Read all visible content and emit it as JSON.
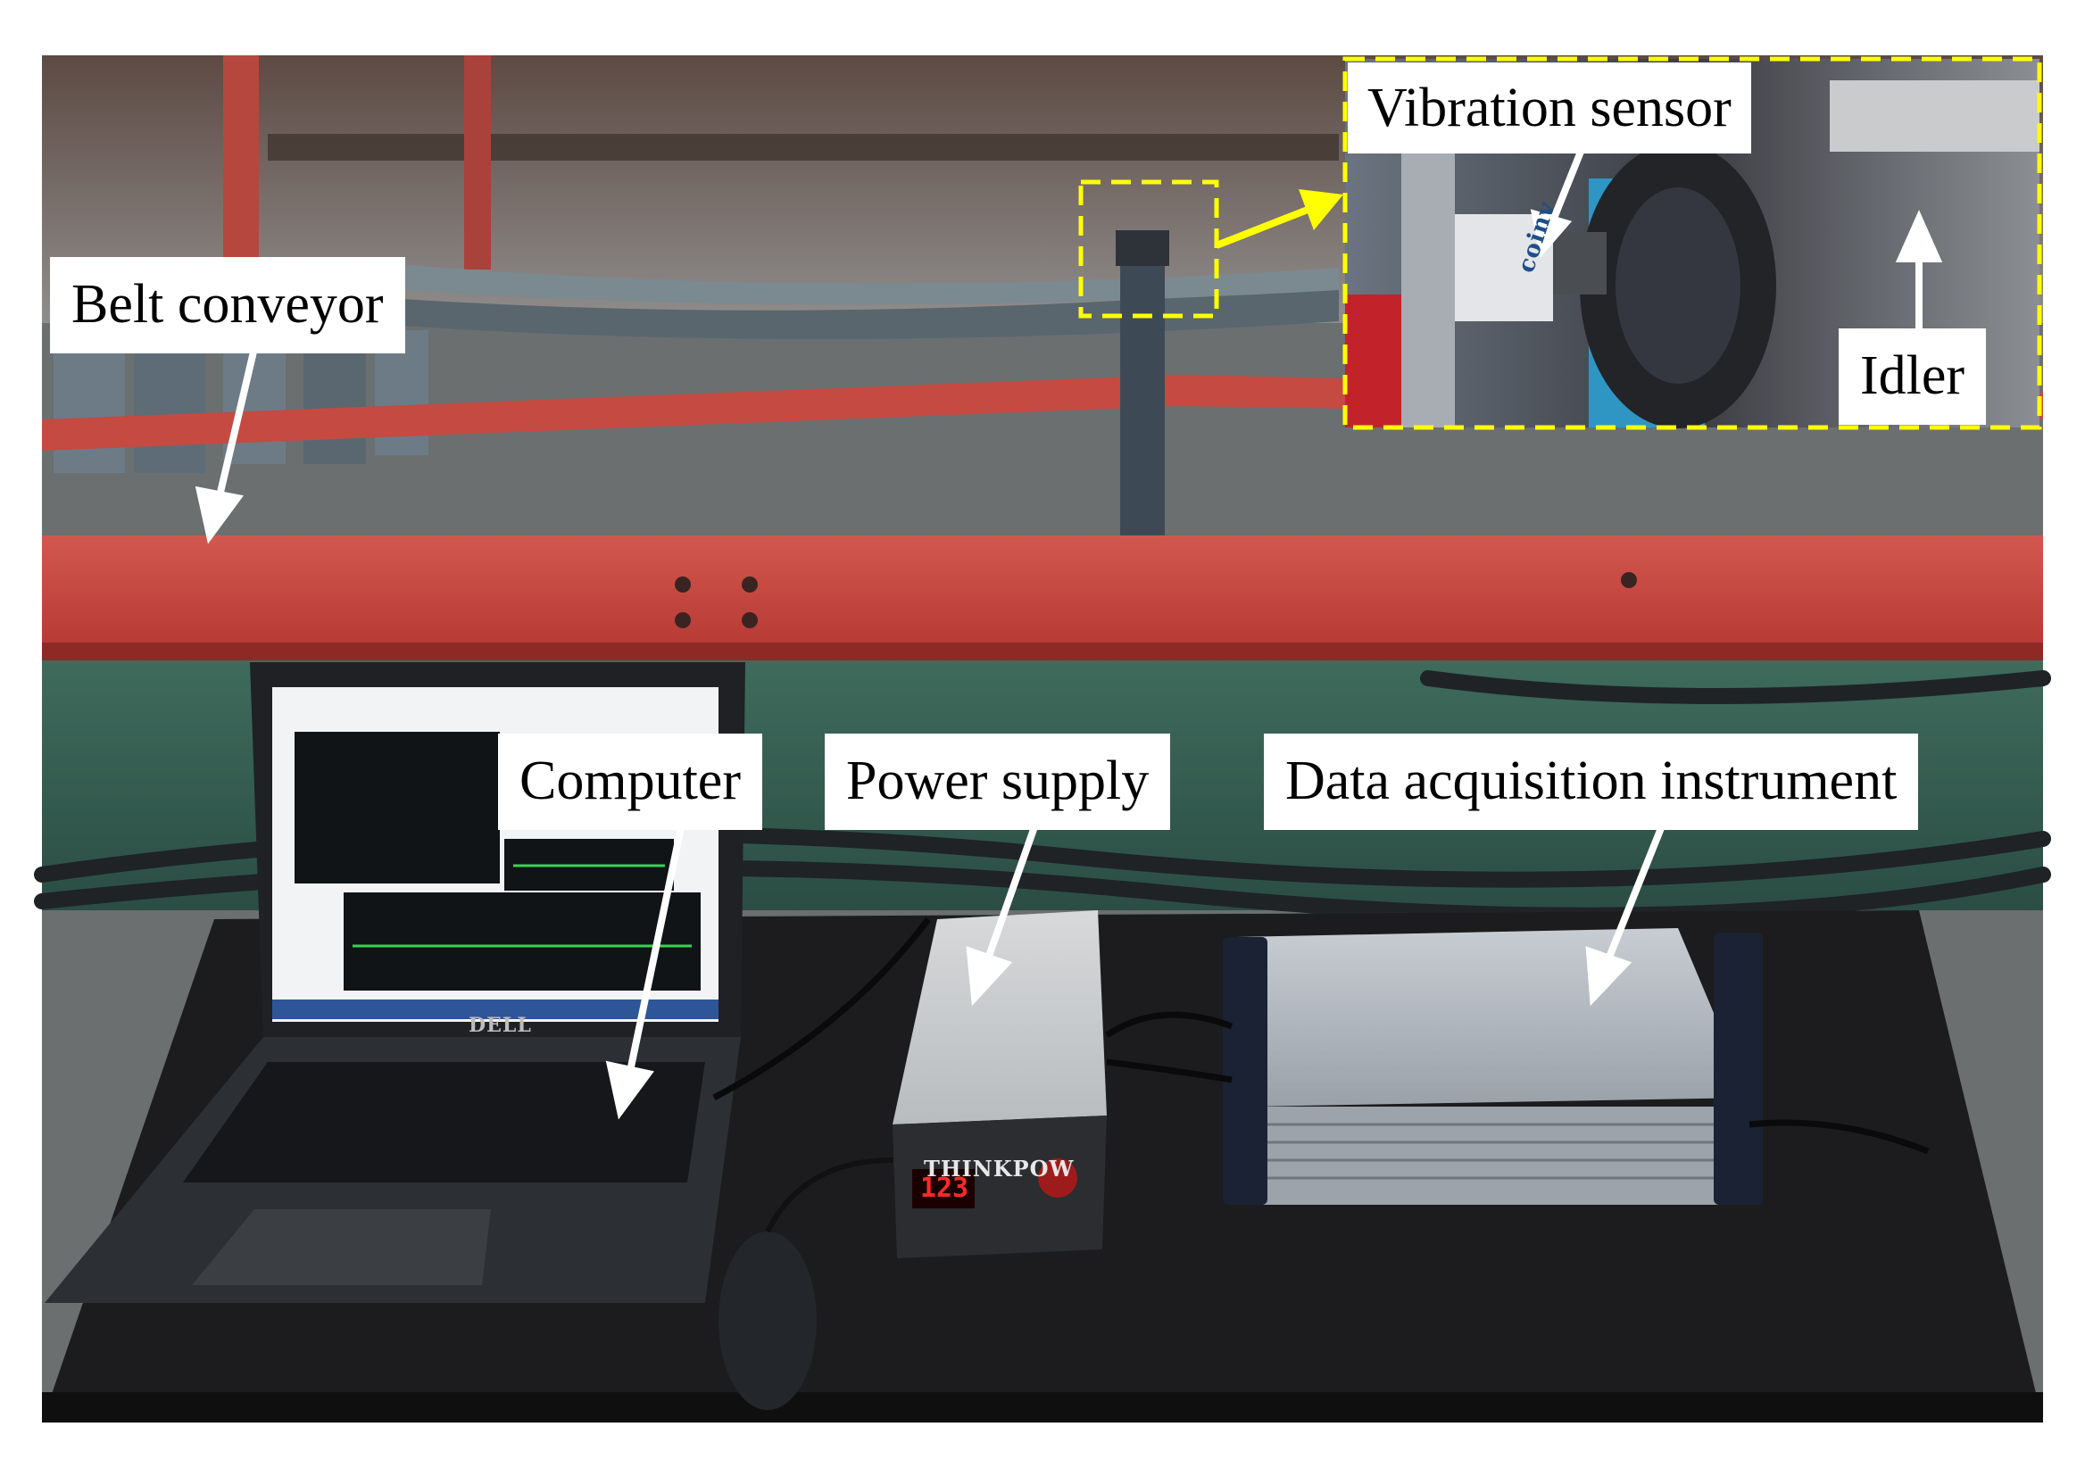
{
  "labels": {
    "belt_conveyor": "Belt conveyor",
    "computer": "Computer",
    "power_supply": "Power supply",
    "daq": "Data acquisition instrument",
    "vibration_sensor": "Vibration sensor",
    "idler": "Idler"
  },
  "device_brands": {
    "power_supply_brand": "THINKPOW",
    "power_supply_readout": "123",
    "laptop_brand": "DELL",
    "sensor_brand": "coinv"
  },
  "colors": {
    "frame_red": "#c9403a",
    "highlight_yellow": "#ffff00",
    "table_black": "#1c1c1e",
    "floor_green": "#3d6a58",
    "annotation_white": "#ffffff"
  }
}
